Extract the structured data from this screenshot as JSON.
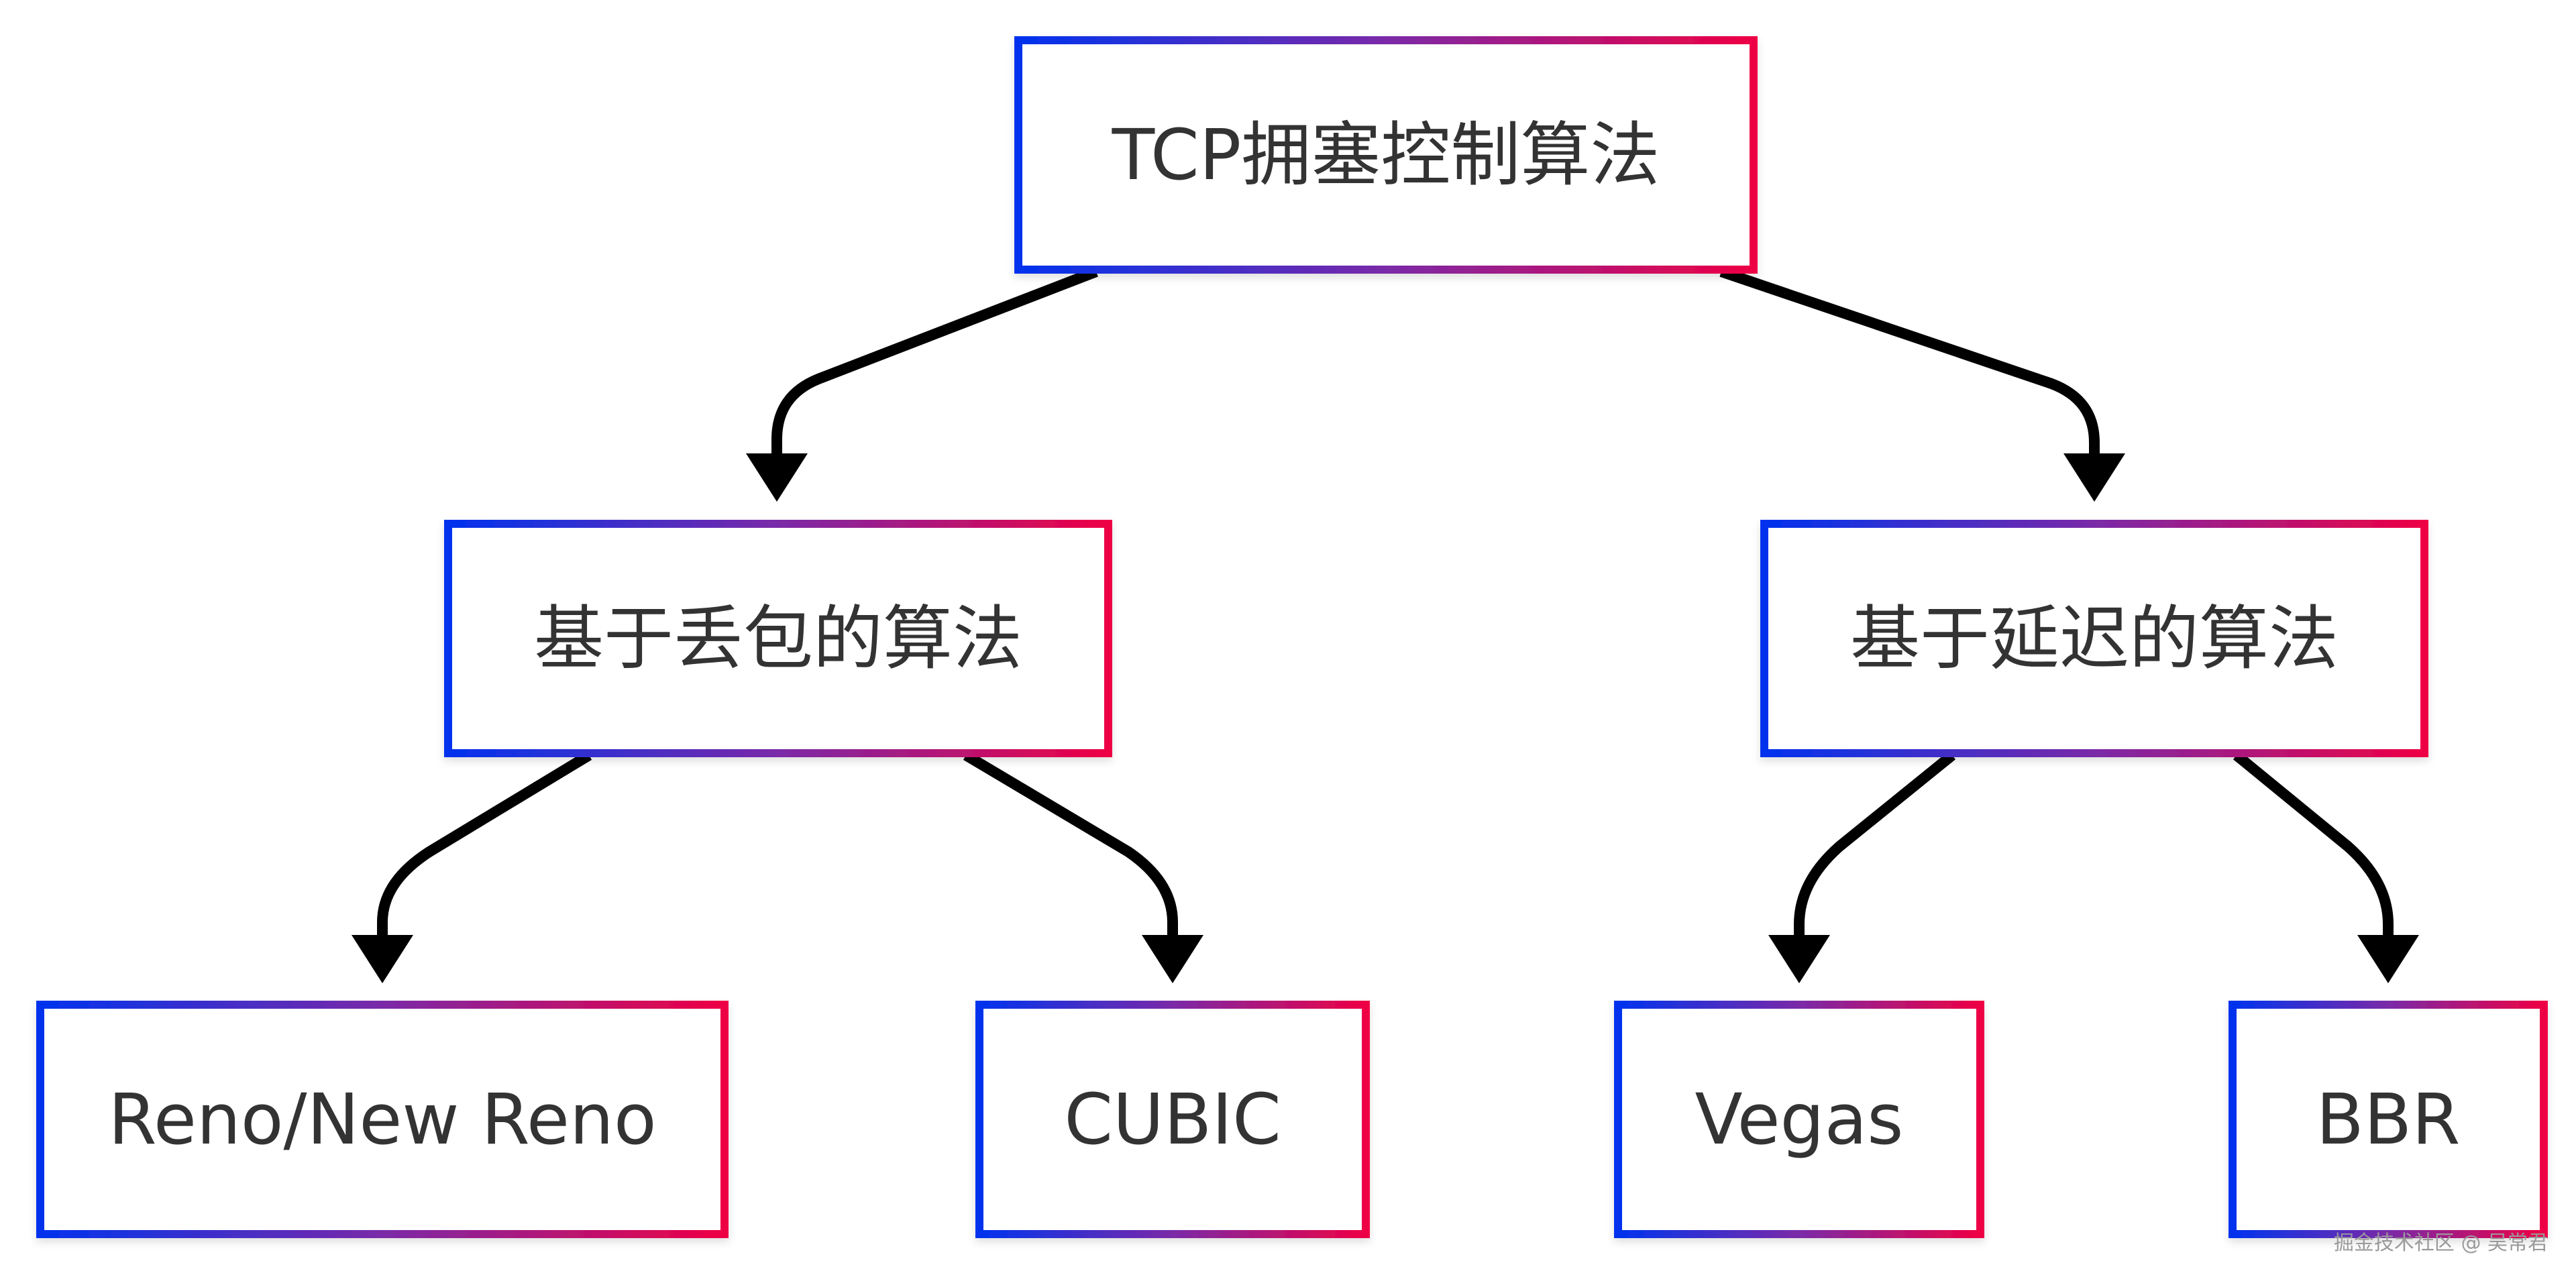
{
  "diagram": {
    "nodes": {
      "root": {
        "label": "TCP拥塞控制算法"
      },
      "loss_based": {
        "label": "基于丢包的算法"
      },
      "delay_based": {
        "label": "基于延迟的算法"
      },
      "reno": {
        "label": "Reno/New Reno"
      },
      "cubic": {
        "label": "CUBIC"
      },
      "vegas": {
        "label": "Vegas"
      },
      "bbr": {
        "label": "BBR"
      }
    },
    "edges": [
      {
        "from": "root",
        "to": "loss_based"
      },
      {
        "from": "root",
        "to": "delay_based"
      },
      {
        "from": "loss_based",
        "to": "reno"
      },
      {
        "from": "loss_based",
        "to": "cubic"
      },
      {
        "from": "delay_based",
        "to": "vegas"
      },
      {
        "from": "delay_based",
        "to": "bbr"
      }
    ],
    "colors": {
      "border_gradient_start": "#0033ee",
      "border_gradient_mid": "#7a2aa8",
      "border_gradient_end": "#ee0044",
      "edge": "#000000",
      "text": "#333333"
    }
  },
  "watermark": "掘金技术社区 @ 吴常君"
}
